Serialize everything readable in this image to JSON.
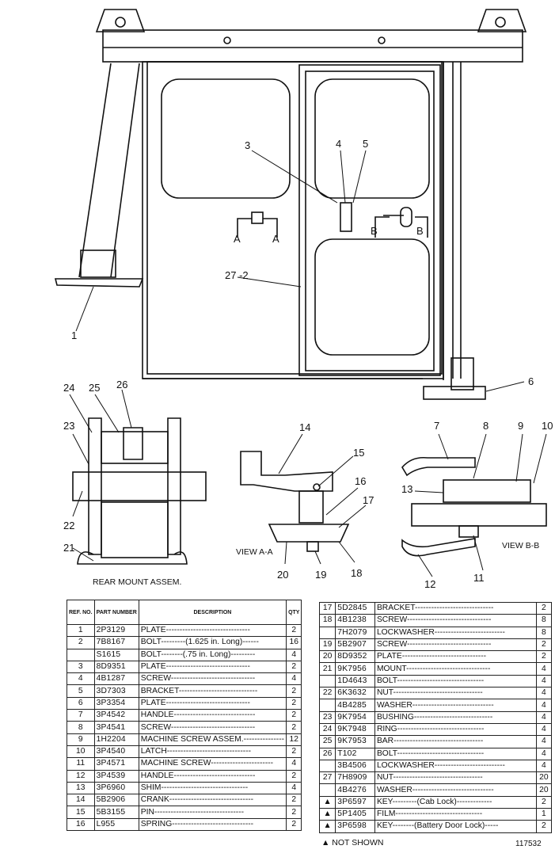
{
  "callouts": [
    "1",
    "2",
    "3",
    "4",
    "5",
    "6",
    "7",
    "8",
    "9",
    "10",
    "11",
    "12",
    "13",
    "14",
    "15",
    "16",
    "17",
    "18",
    "19",
    "20",
    "21",
    "22",
    "23",
    "24",
    "25",
    "26",
    "27 -2"
  ],
  "view_labels": {
    "a_left": "A",
    "a_right": "A",
    "b_left": "B",
    "b_right": "B",
    "view_aa": "VIEW A-A",
    "view_bb": "VIEW B-B",
    "rear_mount": "REAR MOUNT ASSEM."
  },
  "table_headers": {
    "ref": "REF. NO.",
    "part": "PART NUMBER",
    "desc": "DESCRIPTION",
    "qty": "QTY"
  },
  "left_rows": [
    {
      "ref": "1",
      "part": "2P3129",
      "desc": "PLATE-------------------------------",
      "qty": "2"
    },
    {
      "ref": "2",
      "part": "7B8167",
      "desc": "BOLT---------(1.625 in. Long)------",
      "qty": "16"
    },
    {
      "ref": "",
      "part": "S1615",
      "desc": "BOLT--------(.75 in. Long)---------",
      "qty": "4"
    },
    {
      "ref": "3",
      "part": "8D9351",
      "desc": "PLATE-------------------------------",
      "qty": "2"
    },
    {
      "ref": "4",
      "part": "4B1287",
      "desc": "SCREW-------------------------------",
      "qty": "4"
    },
    {
      "ref": "5",
      "part": "3D7303",
      "desc": "BRACKET-----------------------------",
      "qty": "2"
    },
    {
      "ref": "6",
      "part": "3P3354",
      "desc": "PLATE-------------------------------",
      "qty": "2"
    },
    {
      "ref": "7",
      "part": "3P4542",
      "desc": "HANDLE------------------------------",
      "qty": "2"
    },
    {
      "ref": "8",
      "part": "3P4541",
      "desc": "SCREW-------------------------------",
      "qty": "2"
    },
    {
      "ref": "9",
      "part": "1H2204",
      "desc": "MACHINE SCREW ASSEM.---------------",
      "qty": "12"
    },
    {
      "ref": "10",
      "part": "3P4540",
      "desc": "LATCH-------------------------------",
      "qty": "2"
    },
    {
      "ref": "11",
      "part": "3P4571",
      "desc": "MACHINE SCREW-----------------------",
      "qty": "4"
    },
    {
      "ref": "12",
      "part": "3P4539",
      "desc": "HANDLE------------------------------",
      "qty": "2"
    },
    {
      "ref": "13",
      "part": "3P6960",
      "desc": "SHIM--------------------------------",
      "qty": "4"
    },
    {
      "ref": "14",
      "part": "5B2906",
      "desc": "CRANK-------------------------------",
      "qty": "2"
    },
    {
      "ref": "15",
      "part": "5B3155",
      "desc": "PIN---------------------------------",
      "qty": "2"
    },
    {
      "ref": "16",
      "part": "L955",
      "desc": "SPRING------------------------------",
      "qty": "2"
    }
  ],
  "right_rows": [
    {
      "ref": "17",
      "part": "5D2845",
      "desc": "BRACKET-----------------------------",
      "qty": "2"
    },
    {
      "ref": "18",
      "part": "4B1238",
      "desc": "SCREW-------------------------------",
      "qty": "8"
    },
    {
      "ref": "",
      "part": "7H2079",
      "desc": "LOCKWASHER--------------------------",
      "qty": "8"
    },
    {
      "ref": "19",
      "part": "5B2907",
      "desc": "SCREW-------------------------------",
      "qty": "2"
    },
    {
      "ref": "20",
      "part": "8D9352",
      "desc": "PLATE-------------------------------",
      "qty": "2"
    },
    {
      "ref": "21",
      "part": "9K7956",
      "desc": "MOUNT-------------------------------",
      "qty": "4"
    },
    {
      "ref": "",
      "part": "1D4643",
      "desc": "BOLT--------------------------------",
      "qty": "4"
    },
    {
      "ref": "22",
      "part": "6K3632",
      "desc": "NUT---------------------------------",
      "qty": "4"
    },
    {
      "ref": "",
      "part": "4B4285",
      "desc": "WASHER------------------------------",
      "qty": "4"
    },
    {
      "ref": "23",
      "part": "9K7954",
      "desc": "BUSHING-----------------------------",
      "qty": "4"
    },
    {
      "ref": "24",
      "part": "9K7948",
      "desc": "RING--------------------------------",
      "qty": "4"
    },
    {
      "ref": "25",
      "part": "9K7953",
      "desc": "BAR---------------------------------",
      "qty": "4"
    },
    {
      "ref": "26",
      "part": "T102",
      "desc": "BOLT--------------------------------",
      "qty": "4"
    },
    {
      "ref": "",
      "part": "3B4506",
      "desc": "LOCKWASHER--------------------------",
      "qty": "4"
    },
    {
      "ref": "27",
      "part": "7H8909",
      "desc": "NUT---------------------------------",
      "qty": "20"
    },
    {
      "ref": "",
      "part": "4B4276",
      "desc": "WASHER------------------------------",
      "qty": "20"
    },
    {
      "ref": "▲",
      "part": "3P6597",
      "desc": "KEY---------(Cab Lock)-------------",
      "qty": "2"
    },
    {
      "ref": "▲",
      "part": "5P1405",
      "desc": "FILM--------------------------------",
      "qty": "1"
    },
    {
      "ref": "▲",
      "part": "3P6598",
      "desc": "KEY--------(Battery Door Lock)-----",
      "qty": "2"
    }
  ],
  "notes": {
    "not_shown": "▲ NOT SHOWN",
    "drawing_number": "117532"
  }
}
